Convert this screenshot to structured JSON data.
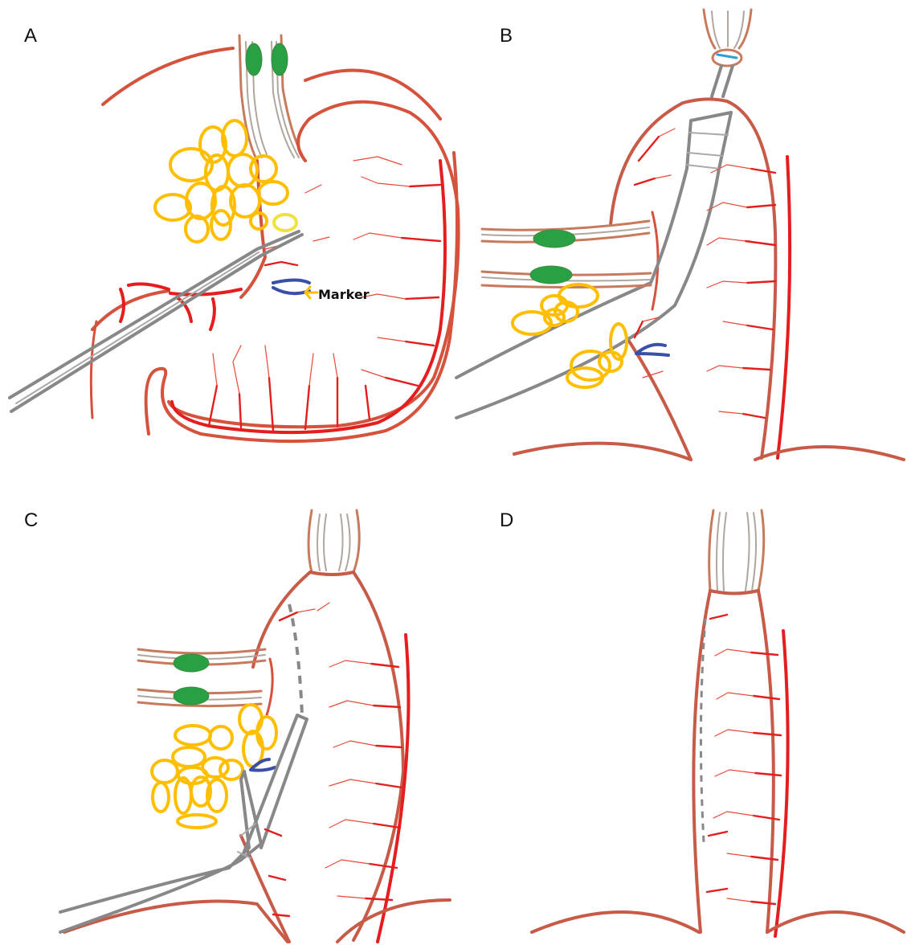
{
  "figure": {
    "panels": [
      {
        "id": "A",
        "label": "A"
      },
      {
        "id": "B",
        "label": "B"
      },
      {
        "id": "C",
        "label": "C"
      },
      {
        "id": "D",
        "label": "D"
      }
    ],
    "annotations": {
      "marker_label": "Marker"
    },
    "colors": {
      "stomach_wall": "#d5523d",
      "artery": "#e41e1e",
      "esophagus_outer": "#c87a5c",
      "instrument": "#888888",
      "lymph_fat": "#ffbf00",
      "nerve_band": "#2aa045",
      "marker_clip": "#3a4fa8"
    }
  }
}
